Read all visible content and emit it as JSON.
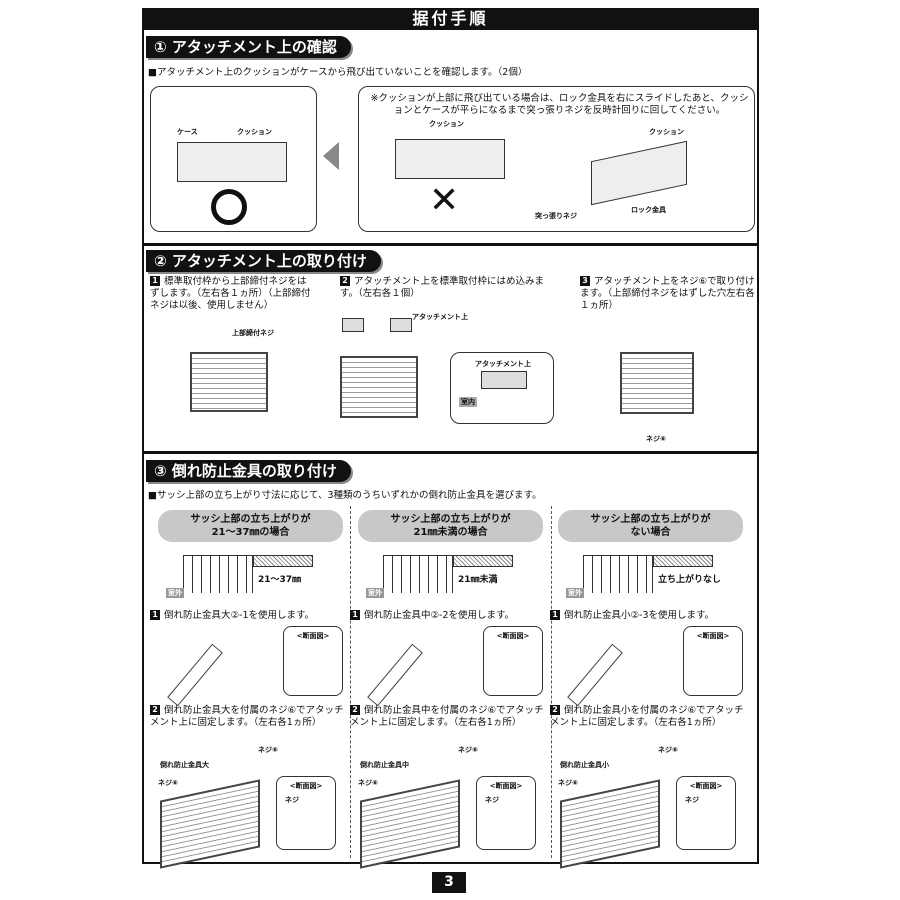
{
  "title": "据付手順",
  "section1": {
    "heading": "① アタッチメント上の確認",
    "note": "■アタッチメント上のクッションがケースから飛び出ていないことを確認します。（2個）",
    "ok_labels": {
      "case": "ケース",
      "cushion": "クッション",
      "mark": "○"
    },
    "ng_note": "※クッションが上部に飛び出ている場合は、ロック金具を右にスライドしたあと、クッションとケースが平らになるまで突っ張りネジを反時計回りに回してください。",
    "ng_labels": {
      "cushion": "クッション",
      "cushion2": "クッション",
      "screw": "突っ張りネジ",
      "lock": "ロック金具",
      "mark": "✕"
    }
  },
  "section2": {
    "heading": "② アタッチメント上の取り付け",
    "steps": [
      {
        "num": "1",
        "text": "標準取付枠から上部締付ネジをはずします。（左右各１ヵ所）（上部締付ネジは以後、使用しません）",
        "label": "上部締付ネジ"
      },
      {
        "num": "2",
        "text": "アタッチメント上を標準取付枠にはめ込みます。（左右各１個）",
        "label": "アタッチメント上",
        "inset_label": "アタッチメント上",
        "indoor": "室内"
      },
      {
        "num": "3",
        "text": "アタッチメント上をネジ⑥で取り付けます。（上部締付ネジをはずした穴左右各１ヵ所）",
        "label": "ネジ⑥"
      }
    ]
  },
  "section3": {
    "heading": "③ 倒れ防止金具の取り付け",
    "note": "■サッシ上部の立ち上がり寸法に応じて、3種類のうちいずれかの倒れ防止金具を選びます。",
    "outdoor": "室外",
    "section_label": "<断面図>",
    "columns": [
      {
        "pill1": "サッシ上部の立ち上がりが",
        "pill2": "21～37㎜の場合",
        "dim": "21～37㎜",
        "step1": "倒れ防止金具大②-1を使用します。",
        "step2": "倒れ防止金具大を付属のネジ⑥でアタッチメント上に固定します。（左右各1ヵ所）",
        "part": "倒れ防止金具大",
        "screw": "ネジ⑥",
        "screw2": "ネジ⑥",
        "screw3": "ネジ"
      },
      {
        "pill1": "サッシ上部の立ち上がりが",
        "pill2": "21㎜未満の場合",
        "dim": "21㎜未満",
        "step1": "倒れ防止金具中②-2を使用します。",
        "step2": "倒れ防止金具中を付属のネジ⑥でアタッチメント上に固定します。（左右各1ヵ所）",
        "part": "倒れ防止金具中",
        "screw": "ネジ⑥",
        "screw2": "ネジ⑥",
        "screw3": "ネジ"
      },
      {
        "pill1": "サッシ上部の立ち上がりが",
        "pill2": "ない場合",
        "dim": "立ち上がりなし",
        "step1": "倒れ防止金具小②-3を使用します。",
        "step2": "倒れ防止金具小を付属のネジ⑥でアタッチメント上に固定します。（左右各1ヵ所）",
        "part": "倒れ防止金具小",
        "screw": "ネジ⑥",
        "screw2": "ネジ⑥",
        "screw3": "ネジ"
      }
    ]
  },
  "page_number": "3"
}
